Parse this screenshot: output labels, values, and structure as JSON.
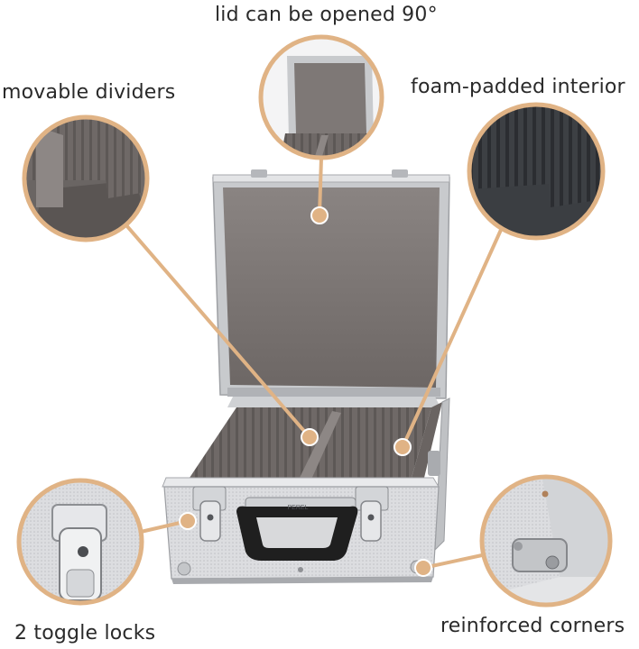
{
  "labels": {
    "lid": "lid can be opened 90°",
    "dividers": "movable dividers",
    "foam": "foam-padded interior",
    "locks": "2 toggle locks",
    "corners": "reinforced corners"
  },
  "handle_text": "PEREL",
  "colors": {
    "accent": "#e0b385",
    "aluminium": "#d9dadc",
    "aluminium_dark": "#b9bbbe",
    "lining": "#7a7472",
    "lining_dark": "#5e5957",
    "handle": "#1f1f1f"
  }
}
